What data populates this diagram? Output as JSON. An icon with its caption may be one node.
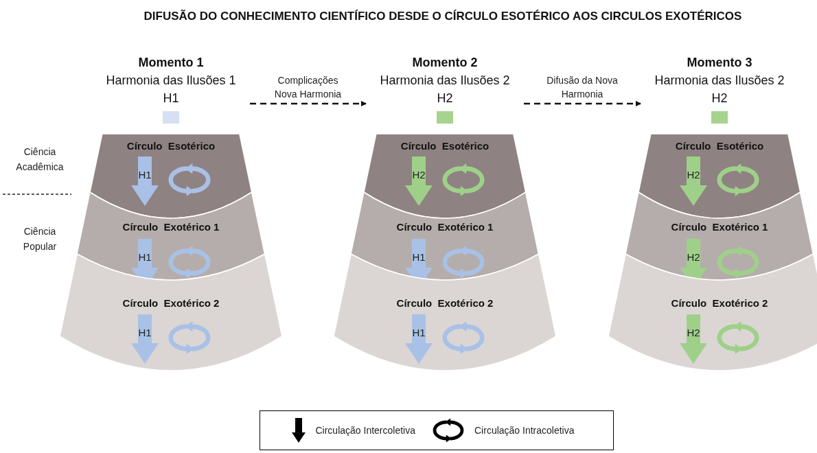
{
  "diagram": {
    "title": "DIFUSÃO DO CONHECIMENTO CIENTÍFICO DESDE O CÍRCULO ESOTÉRICO AOS CIRCULOS EXOTÉRICOS",
    "nodes": [
      {
        "text": [
          "Momento 1",
          "Harmonia das Ilusões 1",
          "H1"
        ]
      },
      {
        "text": [
          "Círculo  Esotérico"
        ]
      },
      {
        "text": [
          "H1"
        ],
        "in": 1
      },
      {
        "text": [
          "Círculo  Exotérico 1"
        ]
      },
      {
        "text": [
          "H1"
        ],
        "in": 3
      },
      {
        "text": [
          "Círculo  Exotérico 2"
        ]
      },
      {
        "text": [
          "H1"
        ],
        "in": 5
      },
      {
        "text": [
          "Momento 2",
          "Harmonia das Ilusões 2",
          "H2"
        ]
      },
      {
        "text": [
          "Círculo  Esotérico"
        ]
      },
      {
        "text": [
          "H2"
        ],
        "in": 8
      },
      {
        "text": [
          "Círculo  Exotérico 1"
        ]
      },
      {
        "text": [
          "H1"
        ],
        "in": 10
      },
      {
        "text": [
          "Círculo  Exotérico 2"
        ]
      },
      {
        "text": [
          "H1"
        ],
        "in": 12
      },
      {
        "text": [
          "Momento 3",
          "Harmonia das Ilusões 2",
          "H2"
        ]
      },
      {
        "text": [
          "Círculo  Esotérico"
        ]
      },
      {
        "text": [
          "H2"
        ],
        "in": 15
      },
      {
        "text": [
          "Círculo  Exotérico 1"
        ]
      },
      {
        "text": [
          "H2"
        ],
        "in": 17
      },
      {
        "text": [
          "Círculo  Exotérico 2"
        ]
      },
      {
        "text": [
          "H2"
        ],
        "in": 19
      }
    ],
    "edges": [
      {
        "from": 0,
        "to": 7,
        "arrow": "to",
        "label": "Complicações Nova Harmonia",
        "style": "dashed"
      },
      {
        "from": 7,
        "to": 14,
        "arrow": "to",
        "label": "Difusão da Nova Harmonia",
        "style": "dashed"
      }
    ],
    "labels": [
      "Ciência Acadêmica",
      "Ciência Popular"
    ],
    "legend": [
      {
        "text": "Circulação Intercoletiva"
      },
      {
        "text": "Circulação Intracoletiva"
      }
    ]
  }
}
